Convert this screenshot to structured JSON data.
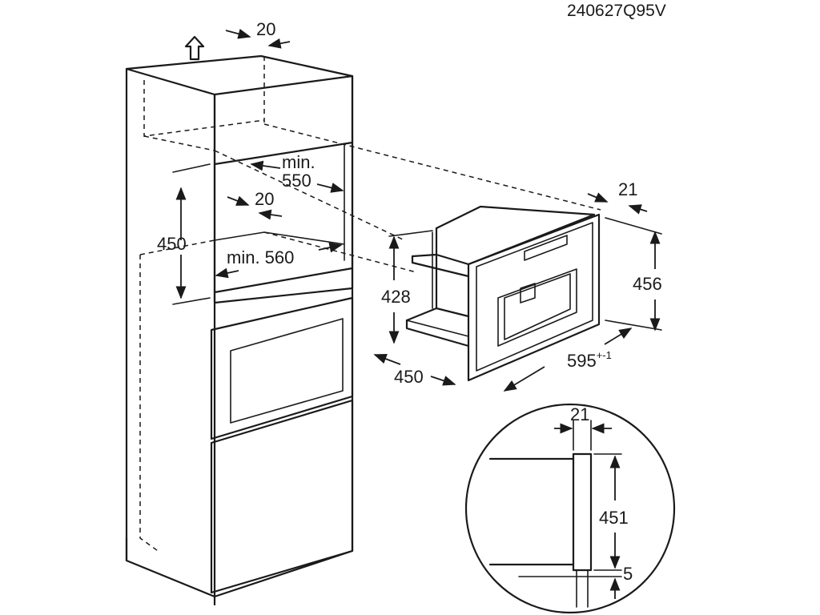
{
  "drawing_ref": "240627Q95V",
  "cabinet": {
    "top_gap": "20",
    "niche_height": "450",
    "niche_depth_line1": "min.",
    "niche_depth_line2": "550",
    "side_gap": "20",
    "niche_width": "min. 560"
  },
  "appliance": {
    "front_thickness": "21",
    "body_height": "428",
    "front_height": "456",
    "depth": "450",
    "width": "595",
    "width_tolerance": "+-1"
  },
  "detail": {
    "front_thickness": "21",
    "front_height": "451",
    "bottom_gap": "5"
  }
}
